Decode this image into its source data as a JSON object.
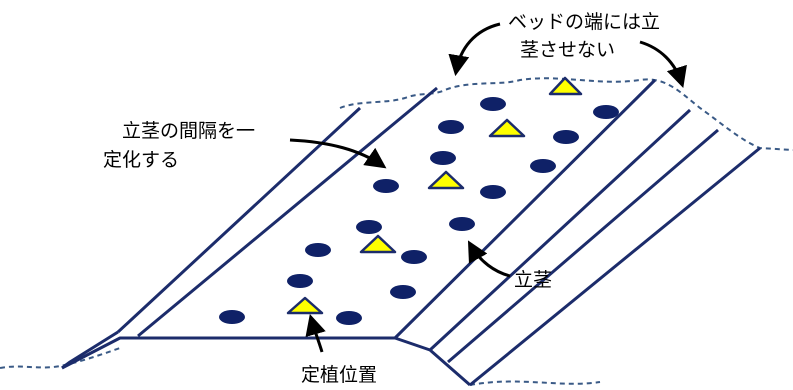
{
  "labels": {
    "edge_line1": "ベッドの端には立",
    "edge_line2": "茎させない",
    "spacing_line1": "立茎の間隔を一",
    "spacing_line2": "定化する",
    "stem": "立茎",
    "planting": "定植位置"
  },
  "colors": {
    "bed_outline": "#1c2c6b",
    "ground_dash": "#3a5a86",
    "stem_fill": "#0f2167",
    "planting_fill": "#ffff00",
    "planting_stroke": "#1c2c6b",
    "arrow": "#000000"
  },
  "legend_semantics": {
    "stem_marker": "oval",
    "planting_marker": "triangle"
  }
}
